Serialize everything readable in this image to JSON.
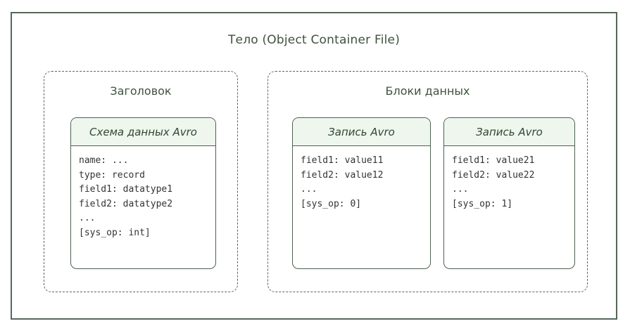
{
  "diagram": {
    "title": "Тело (Object Container File)",
    "accent_border_color": "#55685a",
    "card_header_fill": "#eef6ee",
    "card_border_color": "#4e6152",
    "title_text_color": "#3f513f",
    "code_text_color": "#333333"
  },
  "groups": [
    {
      "id": "header",
      "title": "Заголовок",
      "cards": [
        {
          "id": "schema",
          "header": "Схема данных Avro",
          "lines": [
            "name: ...",
            "type: record",
            "field1: datatype1",
            "field2: datatype2",
            "...",
            "[sys_op: int]"
          ]
        }
      ]
    },
    {
      "id": "datablocks",
      "title": "Блоки данных",
      "cards": [
        {
          "id": "record1",
          "header": "Запись Avro",
          "lines": [
            "field1: value11",
            "field2: value12",
            "...",
            "[sys_op: 0]"
          ]
        },
        {
          "id": "record2",
          "header": "Запись Avro",
          "lines": [
            "field1: value21",
            "field2: value22",
            "...",
            "[sys_op: 1]"
          ]
        }
      ]
    }
  ]
}
